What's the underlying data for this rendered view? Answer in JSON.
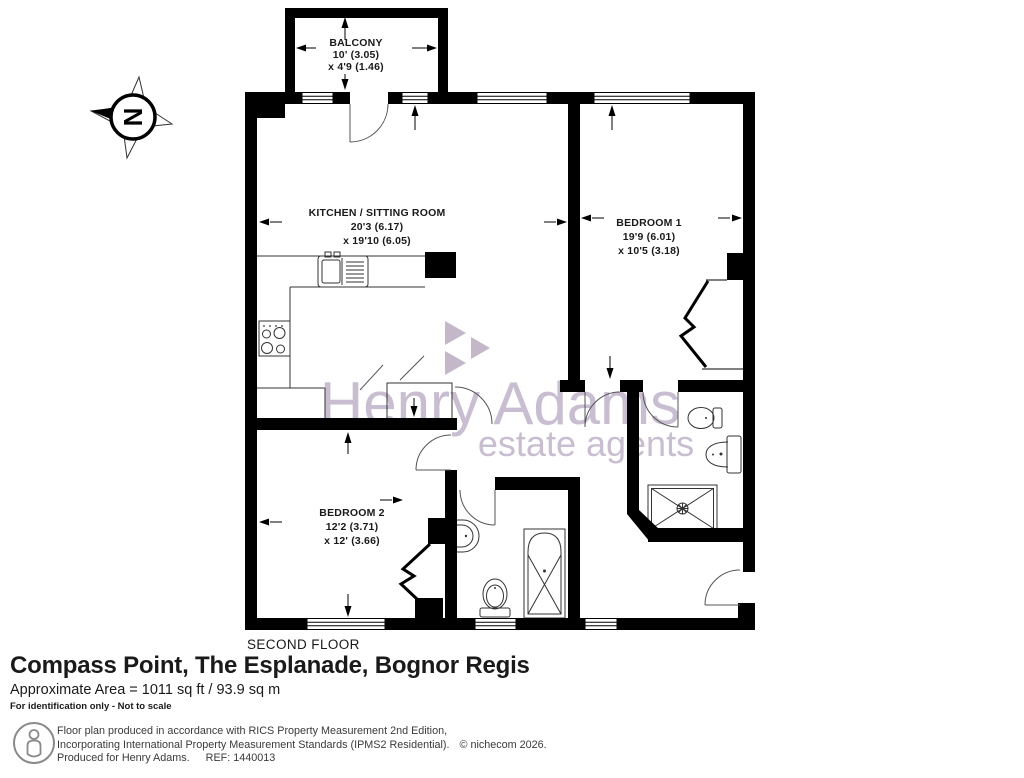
{
  "plan": {
    "floor_label": "SECOND FLOOR",
    "compass_letter": "N",
    "rooms": {
      "balcony": {
        "name": "BALCONY",
        "dim1": "10' (3.05)",
        "dim2": "x 4'9 (1.46)"
      },
      "kitchen": {
        "name": "KITCHEN / SITTING ROOM",
        "dim1": "20'3 (6.17)",
        "dim2": "x 19'10 (6.05)"
      },
      "bedroom1": {
        "name": "BEDROOM 1",
        "dim1": "19'9 (6.01)",
        "dim2": "x 10'5 (3.18)"
      },
      "bedroom2": {
        "name": "BEDROOM 2",
        "dim1": "12'2 (3.71)",
        "dim2": "x 12' (3.66)"
      }
    }
  },
  "watermark": {
    "brand": "Henry Adams",
    "tagline": "estate agents"
  },
  "summary": {
    "title": "Compass Point, The Esplanade, Bognor Regis",
    "area": "Approximate Area = 1011 sq ft / 93.9 sq m",
    "disclaimer": "For identification only - Not to scale"
  },
  "footer": {
    "line1": "Floor plan produced in accordance with RICS Property Measurement 2nd Edition,",
    "line2": "Incorporating International Property Measurement Standards (IPMS2 Residential).",
    "copyright": "© nichecom 2026.",
    "produced": "Produced for Henry Adams.",
    "ref": "REF: 1440013"
  },
  "colors": {
    "wall": "#000000",
    "watermark": "#c9bdd1",
    "door_line": "#555555"
  }
}
